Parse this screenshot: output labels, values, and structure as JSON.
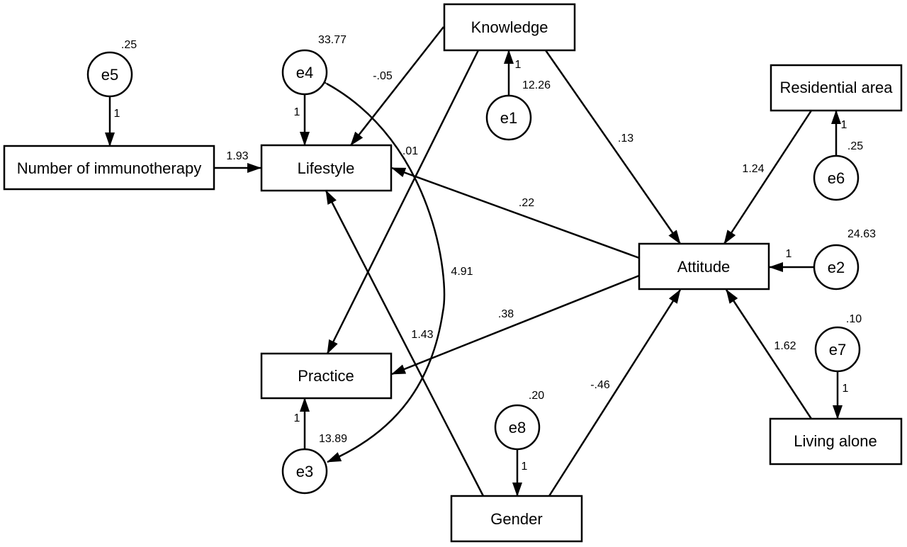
{
  "diagram": {
    "observed": {
      "knowledge": "Knowledge",
      "lifestyle": "Lifestyle",
      "immunotherapy": "Number of immunotherapy",
      "practice": "Practice",
      "attitude": "Attitude",
      "residential": "Residential area",
      "living_alone": "Living alone",
      "gender": "Gender"
    },
    "errors": {
      "e1": "e1",
      "e2": "e2",
      "e3": "e3",
      "e4": "e4",
      "e5": "e5",
      "e6": "e6",
      "e7": "e7",
      "e8": "e8"
    },
    "variances": {
      "e5": ".25",
      "e4": "33.77",
      "e1": "12.26",
      "e6": ".25",
      "e2": "24.63",
      "e7": ".10",
      "e8": ".20",
      "e3": "13.89"
    },
    "loadings": {
      "e5": "1",
      "e4": "1",
      "e1": "1",
      "e6": "1",
      "e2": "1",
      "e7": "1",
      "e8": "1",
      "e3": "1"
    },
    "paths": {
      "knowledge_lifestyle": "-.05",
      "knowledge_practice": ".01",
      "knowledge_attitude": ".13",
      "immunotherapy_lifestyle": "1.93",
      "attitude_lifestyle": ".22",
      "attitude_practice": ".38",
      "gender_lifestyle": "1.43",
      "gender_attitude": "-.46",
      "residential_attitude": "1.24",
      "livingalone_attitude": "1.62",
      "covariance_e4_e3": "4.91"
    }
  }
}
